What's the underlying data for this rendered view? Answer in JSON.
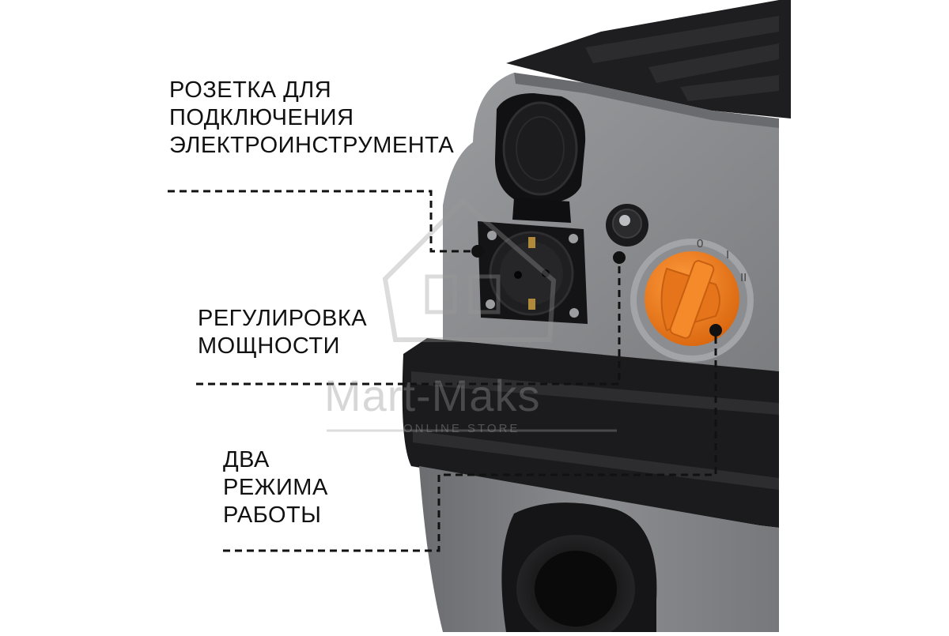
{
  "callouts": {
    "socket": {
      "lines": [
        "РОЗЕТКА ДЛЯ",
        "ПОДКЛЮЧЕНИЯ",
        "ЭЛЕКТРОИНСТРУМЕНТА"
      ]
    },
    "power": {
      "lines": [
        "РЕГУЛИРОВКА",
        "МОЩНОСТИ"
      ]
    },
    "modes": {
      "lines": [
        "ДВА",
        "РЕЖИМА",
        "РАБОТЫ"
      ]
    }
  },
  "dial": {
    "marks": [
      "0",
      "I",
      "II"
    ]
  },
  "watermark": {
    "brand": "Mart-Maks",
    "sub": "ONLINE STORE"
  },
  "colors": {
    "body_gray": "#7b7c7e",
    "panel_gray": "#8a8b8d",
    "plastic_black": "#1c1c1e",
    "dial_orange": "#f07f1c",
    "leader_line": "#111111",
    "text": "#111111"
  },
  "icons": [
    "power-socket-icon",
    "socket-cover-icon",
    "power-knob-icon",
    "mode-dial-icon",
    "hose-inlet-icon",
    "house-watermark-icon"
  ]
}
